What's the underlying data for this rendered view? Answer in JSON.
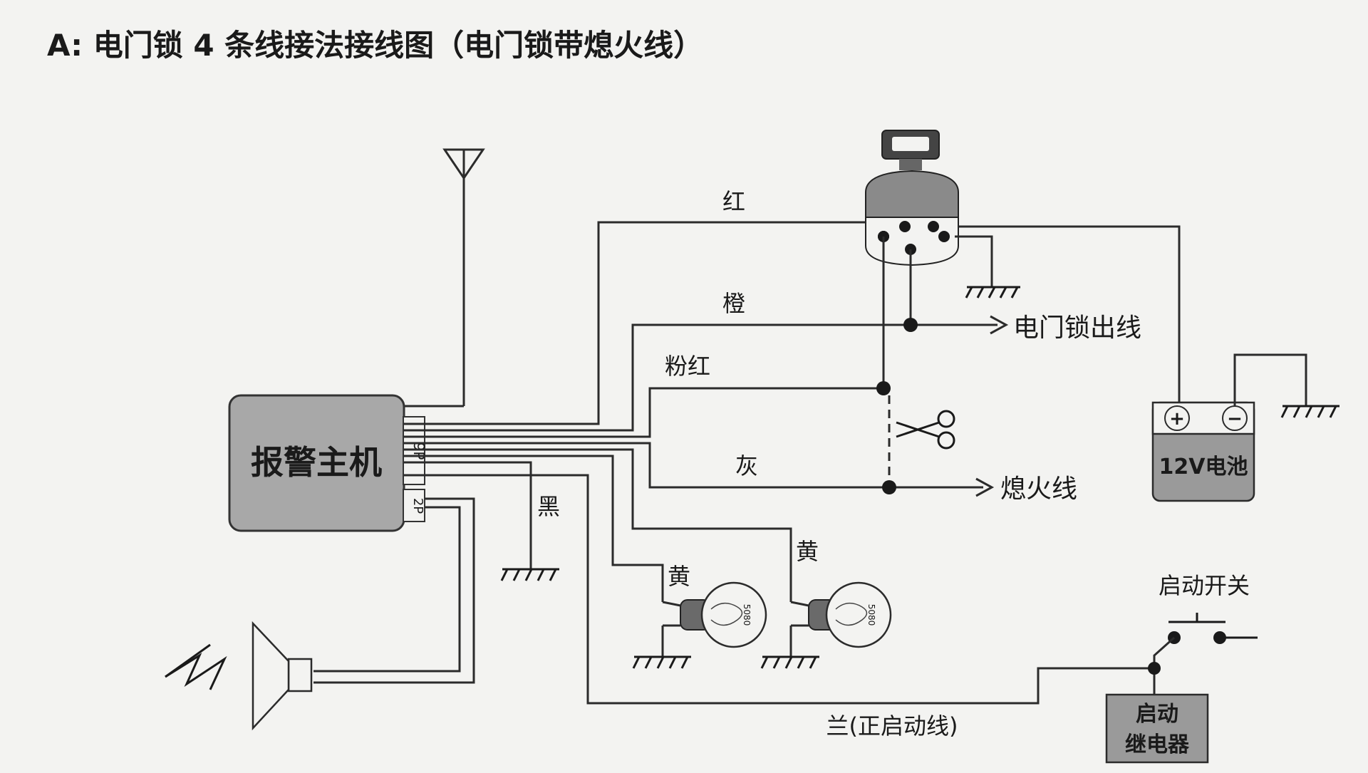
{
  "title": "A:  电门锁 4 条线接法接线图（电门锁带熄火线）",
  "main_unit": "报警主机",
  "connector_9p": "9P",
  "connector_2p": "2P",
  "wires": {
    "red": "红",
    "orange": "橙",
    "pink": "粉红",
    "gray": "灰",
    "black": "黑",
    "yellow_left": "黄",
    "yellow_right": "黄",
    "blue": "兰(正启动线)"
  },
  "outputs": {
    "lock_out": "电门锁出线",
    "kill_line": "熄火线"
  },
  "battery": {
    "plus": "+",
    "minus": "−",
    "label": "12V电池"
  },
  "start_switch": "启动开关",
  "relay_line1": "启动",
  "relay_line2": "继电器",
  "lamp_text": "5080"
}
